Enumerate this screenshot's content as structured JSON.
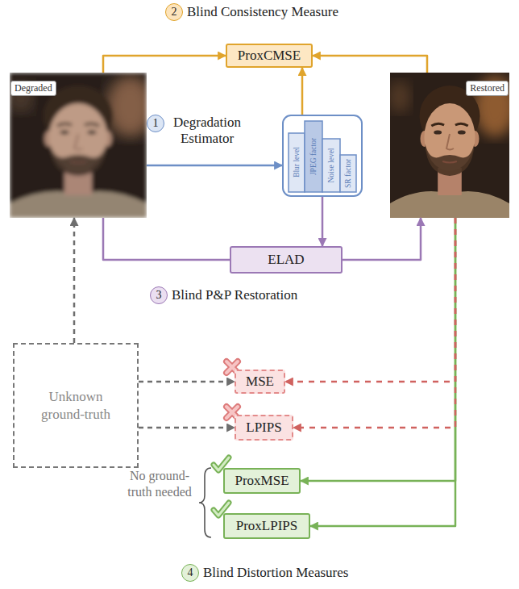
{
  "diagram": {
    "nodes": [
      {
        "text": [
          "ProxCMSE"
        ]
      },
      {
        "text": [
          "Degraded"
        ]
      },
      {
        "text": [
          "Restored"
        ]
      },
      {
        "text": [
          "Blur level",
          "JPEG factor",
          "Noise level",
          "SR factor"
        ]
      },
      {
        "text": [
          "ELAD"
        ]
      },
      {
        "text": [
          "Unknown ground-truth"
        ]
      },
      {
        "text": [
          "MSE"
        ]
      },
      {
        "text": [
          "LPIPS"
        ]
      },
      {
        "text": [
          "ProxMSE"
        ]
      },
      {
        "text": [
          "ProxLPIPS"
        ]
      }
    ],
    "edges": [
      {
        "from": 1,
        "to": 0,
        "arrow": "to"
      },
      {
        "from": 2,
        "to": 0,
        "arrow": "to"
      },
      {
        "from": 3,
        "to": 0,
        "arrow": "to"
      },
      {
        "from": 1,
        "to": 3,
        "arrow": "to"
      },
      {
        "from": 3,
        "to": 4,
        "arrow": "to"
      },
      {
        "from": 1,
        "to": 4,
        "arrow": "none"
      },
      {
        "from": 4,
        "to": 2,
        "arrow": "to"
      },
      {
        "from": 5,
        "to": 1,
        "arrow": "to"
      },
      {
        "from": 5,
        "to": 6,
        "arrow": "to"
      },
      {
        "from": 5,
        "to": 7,
        "arrow": "to"
      },
      {
        "from": 2,
        "to": 8,
        "arrow": "to"
      },
      {
        "from": 2,
        "to": 9,
        "arrow": "to"
      },
      {
        "from": 2,
        "to": 6,
        "arrow": "to"
      },
      {
        "from": 2,
        "to": 7,
        "arrow": "to"
      }
    ],
    "labels": [
      "2",
      "Blind Consistency Measure",
      "1",
      "Degradation Estimator",
      "3",
      "Blind P&P Restoration",
      "No ground-truth needed",
      "4",
      "Blind Distortion Measures"
    ]
  }
}
